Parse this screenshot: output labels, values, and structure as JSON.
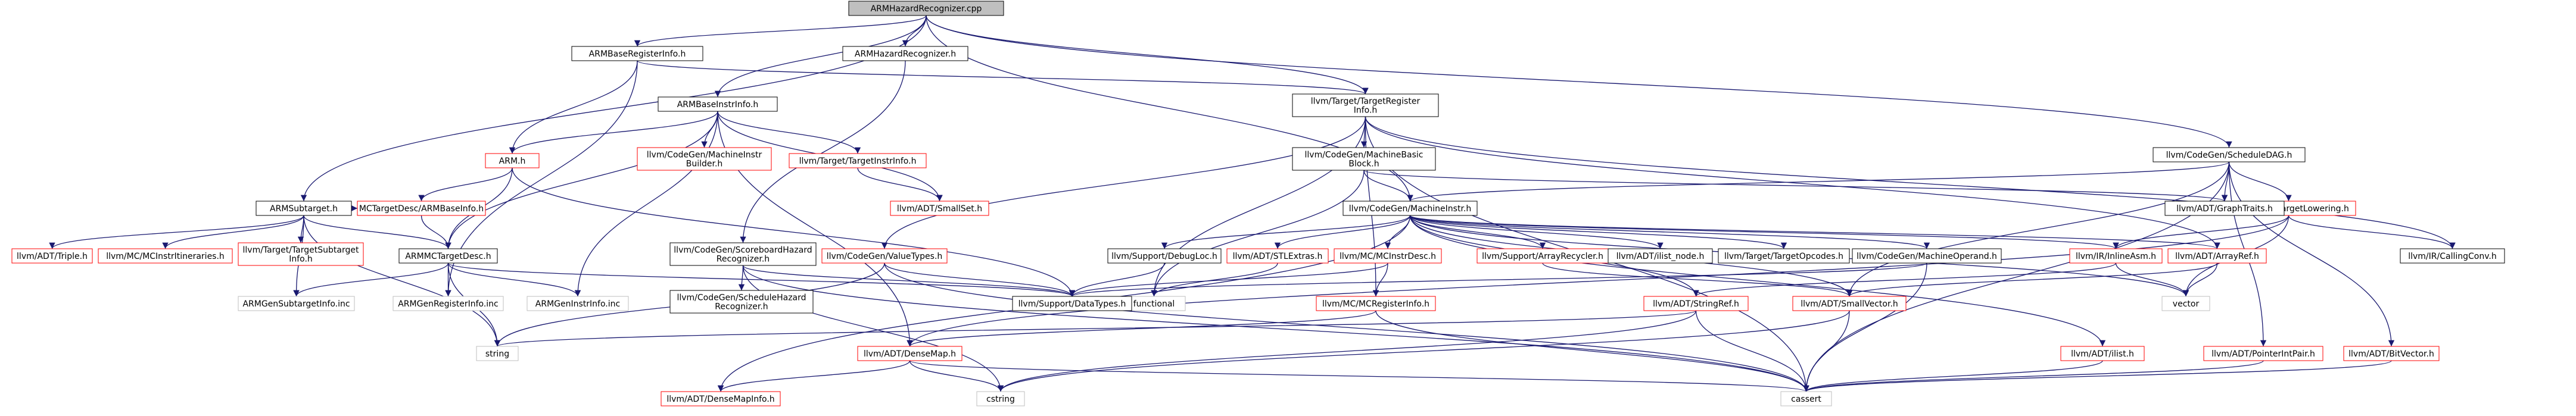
{
  "nodes": [
    {
      "id": "root",
      "lines": [
        "ARMHazardRecognizer.cpp"
      ],
      "style": "root"
    },
    {
      "id": "armbaseregisterinfo",
      "lines": [
        "ARMBaseRegisterInfo.h"
      ],
      "style": "black"
    },
    {
      "id": "armhazardrecognizer_h",
      "lines": [
        "ARMHazardRecognizer.h"
      ],
      "style": "black"
    },
    {
      "id": "targetregisterinfo",
      "lines": [
        "llvm/Target/TargetRegister",
        "Info.h"
      ],
      "style": "black"
    },
    {
      "id": "armsubtarget",
      "lines": [
        "ARMSubtarget.h"
      ],
      "style": "black"
    },
    {
      "id": "armbaseinstrinfo",
      "lines": [
        "ARMBaseInstrInfo.h"
      ],
      "style": "black"
    },
    {
      "id": "arm_h",
      "lines": [
        "ARM.h"
      ],
      "style": "red"
    },
    {
      "id": "machineinstrbuilder",
      "lines": [
        "llvm/CodeGen/MachineInstr",
        "Builder.h"
      ],
      "style": "red"
    },
    {
      "id": "targetinstrinfo",
      "lines": [
        "llvm/Target/TargetInstrInfo.h"
      ],
      "style": "red"
    },
    {
      "id": "smallset",
      "lines": [
        "llvm/ADT/SmallSet.h"
      ],
      "style": "red"
    },
    {
      "id": "machinebasicblock",
      "lines": [
        "llvm/CodeGen/MachineBasic",
        "Block.h"
      ],
      "style": "black"
    },
    {
      "id": "scheduledag",
      "lines": [
        "llvm/CodeGen/ScheduleDAG.h"
      ],
      "style": "black"
    },
    {
      "id": "mctargetdesc_armbaseinfo",
      "lines": [
        "MCTargetDesc/ARMBaseInfo.h"
      ],
      "style": "red"
    },
    {
      "id": "armmctargetdesc",
      "lines": [
        "ARMMCTargetDesc.h"
      ],
      "style": "black"
    },
    {
      "id": "triple",
      "lines": [
        "llvm/ADT/Triple.h"
      ],
      "style": "red"
    },
    {
      "id": "mcinstritineraries",
      "lines": [
        "llvm/MC/MCInstrItineraries.h"
      ],
      "style": "red"
    },
    {
      "id": "targetsubtargetinfo",
      "lines": [
        "llvm/Target/TargetSubtarget",
        "Info.h"
      ],
      "style": "red"
    },
    {
      "id": "armgensubtargetinfo",
      "lines": [
        "ARMGenSubtargetInfo.inc"
      ],
      "style": "gray"
    },
    {
      "id": "armgenregisterinfo",
      "lines": [
        "ARMGenRegisterInfo.inc"
      ],
      "style": "gray"
    },
    {
      "id": "armgeninstrinfo",
      "lines": [
        "ARMGenInstrInfo.inc"
      ],
      "style": "gray"
    },
    {
      "id": "string",
      "lines": [
        "string"
      ],
      "style": "gray"
    },
    {
      "id": "scoreboardhazard",
      "lines": [
        "llvm/CodeGen/ScoreboardHazard",
        "Recognizer.h"
      ],
      "style": "black"
    },
    {
      "id": "schedulehazard",
      "lines": [
        "llvm/CodeGen/ScheduleHazard",
        "Recognizer.h"
      ],
      "style": "black"
    },
    {
      "id": "valuetypes",
      "lines": [
        "llvm/CodeGen/ValueTypes.h"
      ],
      "style": "red"
    },
    {
      "id": "machineinstr",
      "lines": [
        "llvm/CodeGen/MachineInstr.h"
      ],
      "style": "black"
    },
    {
      "id": "targetlowering",
      "lines": [
        "llvm/Target/TargetLowering.h"
      ],
      "style": "red"
    },
    {
      "id": "graphtraits",
      "lines": [
        "llvm/ADT/GraphTraits.h"
      ],
      "style": "black"
    },
    {
      "id": "callingconv",
      "lines": [
        "llvm/IR/CallingConv.h"
      ],
      "style": "black"
    },
    {
      "id": "debugloc",
      "lines": [
        "llvm/Support/DebugLoc.h"
      ],
      "style": "black"
    },
    {
      "id": "stlextras",
      "lines": [
        "llvm/ADT/STLExtras.h"
      ],
      "style": "red"
    },
    {
      "id": "mcinstrdesc",
      "lines": [
        "llvm/MC/MCInstrDesc.h"
      ],
      "style": "red"
    },
    {
      "id": "arrayrecycler",
      "lines": [
        "llvm/Support/ArrayRecycler.h"
      ],
      "style": "red"
    },
    {
      "id": "ilist_node",
      "lines": [
        "llvm/ADT/ilist_node.h"
      ],
      "style": "black"
    },
    {
      "id": "targetopcodes",
      "lines": [
        "llvm/Target/TargetOpcodes.h"
      ],
      "style": "black"
    },
    {
      "id": "machineoperand",
      "lines": [
        "llvm/CodeGen/MachineOperand.h"
      ],
      "style": "black"
    },
    {
      "id": "inlineasm",
      "lines": [
        "llvm/IR/InlineAsm.h"
      ],
      "style": "red"
    },
    {
      "id": "arrayref",
      "lines": [
        "llvm/ADT/ArrayRef.h"
      ],
      "style": "red"
    },
    {
      "id": "functional",
      "lines": [
        "functional"
      ],
      "style": "gray"
    },
    {
      "id": "datatypes",
      "lines": [
        "llvm/Support/DataTypes.h"
      ],
      "style": "black"
    },
    {
      "id": "mcregisterinfo",
      "lines": [
        "llvm/MC/MCRegisterInfo.h"
      ],
      "style": "red"
    },
    {
      "id": "stringref",
      "lines": [
        "llvm/ADT/StringRef.h"
      ],
      "style": "red"
    },
    {
      "id": "smallvector",
      "lines": [
        "llvm/ADT/SmallVector.h"
      ],
      "style": "red"
    },
    {
      "id": "vector",
      "lines": [
        "vector"
      ],
      "style": "gray"
    },
    {
      "id": "densemap",
      "lines": [
        "llvm/ADT/DenseMap.h"
      ],
      "style": "red"
    },
    {
      "id": "densemapinfo",
      "lines": [
        "llvm/ADT/DenseMapInfo.h"
      ],
      "style": "red"
    },
    {
      "id": "cstring",
      "lines": [
        "cstring"
      ],
      "style": "gray"
    },
    {
      "id": "cassert",
      "lines": [
        "cassert"
      ],
      "style": "gray"
    },
    {
      "id": "ilist",
      "lines": [
        "llvm/ADT/ilist.h"
      ],
      "style": "red"
    },
    {
      "id": "pointerintpair",
      "lines": [
        "llvm/ADT/PointerIntPair.h"
      ],
      "style": "red"
    },
    {
      "id": "bitvector",
      "lines": [
        "llvm/ADT/BitVector.h"
      ],
      "style": "red"
    }
  ],
  "edges": [
    [
      "root",
      "armbaseregisterinfo"
    ],
    [
      "root",
      "armhazardrecognizer_h"
    ],
    [
      "root",
      "targetregisterinfo"
    ],
    [
      "root",
      "armsubtarget"
    ],
    [
      "root",
      "armbaseinstrinfo"
    ],
    [
      "root",
      "machineinstr"
    ],
    [
      "root",
      "scheduledag"
    ],
    [
      "armbaseregisterinfo",
      "targetregisterinfo"
    ],
    [
      "armbaseregisterinfo",
      "arm_h"
    ],
    [
      "armbaseregisterinfo",
      "armgenregisterinfo"
    ],
    [
      "armhazardrecognizer_h",
      "scoreboardhazard"
    ],
    [
      "targetregisterinfo",
      "machinebasicblock"
    ],
    [
      "targetregisterinfo",
      "valuetypes"
    ],
    [
      "targetregisterinfo",
      "callingconv"
    ],
    [
      "targetregisterinfo",
      "mcregisterinfo"
    ],
    [
      "targetregisterinfo",
      "arrayref"
    ],
    [
      "targetregisterinfo",
      "functional"
    ],
    [
      "targetregisterinfo",
      "cassert"
    ],
    [
      "armsubtarget",
      "mctargetdesc_armbaseinfo"
    ],
    [
      "armsubtarget",
      "armmctargetdesc"
    ],
    [
      "armsubtarget",
      "triple"
    ],
    [
      "armsubtarget",
      "mcinstritineraries"
    ],
    [
      "armsubtarget",
      "targetsubtargetinfo"
    ],
    [
      "armsubtarget",
      "armgensubtargetinfo"
    ],
    [
      "armsubtarget",
      "string"
    ],
    [
      "armbaseinstrinfo",
      "arm_h"
    ],
    [
      "armbaseinstrinfo",
      "machineinstrbuilder"
    ],
    [
      "armbaseinstrinfo",
      "targetinstrinfo"
    ],
    [
      "armbaseinstrinfo",
      "smallset"
    ],
    [
      "armbaseinstrinfo",
      "armgeninstrinfo"
    ],
    [
      "armbaseinstrinfo",
      "armmctargetdesc"
    ],
    [
      "armbaseinstrinfo",
      "densemap"
    ],
    [
      "arm_h",
      "mctargetdesc_armbaseinfo"
    ],
    [
      "arm_h",
      "armmctargetdesc"
    ],
    [
      "arm_h",
      "datatypes"
    ],
    [
      "targetinstrinfo",
      "smallset"
    ],
    [
      "machinebasicblock",
      "machineinstr"
    ],
    [
      "machinebasicblock",
      "graphtraits"
    ],
    [
      "machinebasicblock",
      "functional"
    ],
    [
      "scheduledag",
      "machineinstr"
    ],
    [
      "scheduledag",
      "targetlowering"
    ],
    [
      "scheduledag",
      "graphtraits"
    ],
    [
      "scheduledag",
      "pointerintpair"
    ],
    [
      "scheduledag",
      "bitvector"
    ],
    [
      "scheduledag",
      "smallvector"
    ],
    [
      "scheduledag",
      "cassert"
    ],
    [
      "mctargetdesc_armbaseinfo",
      "armmctargetdesc"
    ],
    [
      "armmctargetdesc",
      "armgenregisterinfo"
    ],
    [
      "armmctargetdesc",
      "armgeninstrinfo"
    ],
    [
      "armmctargetdesc",
      "armgensubtargetinfo"
    ],
    [
      "armmctargetdesc",
      "datatypes"
    ],
    [
      "armmctargetdesc",
      "string"
    ],
    [
      "scoreboardhazard",
      "schedulehazard"
    ],
    [
      "scoreboardhazard",
      "datatypes"
    ],
    [
      "scoreboardhazard",
      "cassert"
    ],
    [
      "scoreboardhazard",
      "cstring"
    ],
    [
      "valuetypes",
      "datatypes"
    ],
    [
      "valuetypes",
      "cassert"
    ],
    [
      "valuetypes",
      "string"
    ],
    [
      "machineinstr",
      "debugloc"
    ],
    [
      "machineinstr",
      "stlextras"
    ],
    [
      "machineinstr",
      "mcinstrdesc"
    ],
    [
      "machineinstr",
      "arrayrecycler"
    ],
    [
      "machineinstr",
      "ilist_node"
    ],
    [
      "machineinstr",
      "targetopcodes"
    ],
    [
      "machineinstr",
      "machineoperand"
    ],
    [
      "machineinstr",
      "inlineasm"
    ],
    [
      "machineinstr",
      "arrayref"
    ],
    [
      "machineinstr",
      "stringref"
    ],
    [
      "machineinstr",
      "smallvector"
    ],
    [
      "machineinstr",
      "vector"
    ],
    [
      "machineinstr",
      "densemapinfo"
    ],
    [
      "machineinstr",
      "ilist"
    ],
    [
      "targetlowering",
      "inlineasm"
    ],
    [
      "targetlowering",
      "callingconv"
    ],
    [
      "targetlowering",
      "densemap"
    ],
    [
      "targetlowering",
      "vector"
    ],
    [
      "debugloc",
      "datatypes"
    ],
    [
      "stlextras",
      "functional"
    ],
    [
      "mcinstrdesc",
      "datatypes"
    ],
    [
      "mcinstrdesc",
      "mcregisterinfo"
    ],
    [
      "arrayrecycler",
      "smallvector"
    ],
    [
      "machineoperand",
      "datatypes"
    ],
    [
      "machineoperand",
      "cassert"
    ],
    [
      "inlineasm",
      "stringref"
    ],
    [
      "inlineasm",
      "vector"
    ],
    [
      "arrayref",
      "smallvector"
    ],
    [
      "arrayref",
      "vector"
    ],
    [
      "mcregisterinfo",
      "densemap"
    ],
    [
      "mcregisterinfo",
      "cassert"
    ],
    [
      "stringref",
      "string"
    ],
    [
      "stringref",
      "cstring"
    ],
    [
      "stringref",
      "cassert"
    ],
    [
      "smallvector",
      "cassert"
    ],
    [
      "smallvector",
      "cstring"
    ],
    [
      "densemap",
      "densemapinfo"
    ],
    [
      "densemap",
      "cstring"
    ],
    [
      "densemap",
      "cassert"
    ],
    [
      "ilist",
      "cassert"
    ],
    [
      "pointerintpair",
      "cassert"
    ],
    [
      "bitvector",
      "cassert"
    ]
  ],
  "colors": {
    "black_border": "#000000",
    "red_border": "#ff0000",
    "gray_border": "#bfbfbf",
    "root_fill": "#bfbfbf",
    "edge": "#191970",
    "text": "#000000"
  }
}
